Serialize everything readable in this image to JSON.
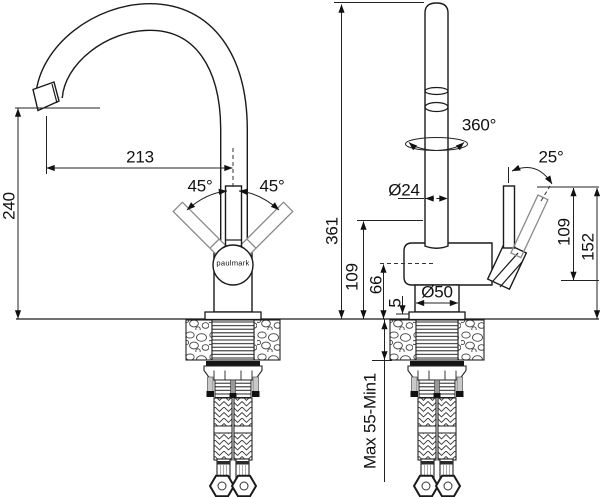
{
  "drawing_type": "faucet-installation-dimensional-diagram",
  "brand": {
    "logo": "paulmark"
  },
  "colors": {
    "background": "#ffffff",
    "object_line": "#1a1a1a",
    "dimension_line": "#222222",
    "ghost_line": "#8a8a8a"
  },
  "front_view": {
    "spout_reach": "213",
    "spout_height": "240",
    "handle_swing_left": "45°",
    "handle_swing_right": "45°"
  },
  "side_view": {
    "overall_height": "361",
    "spout_rotation": "360°",
    "spout_tube_diameter": "Ø24",
    "handle_tilt": "25°",
    "base_diameter": "Ø50",
    "outlet_height": "109",
    "body_axis_height": "66",
    "base_plate_height": "5",
    "handle_length": "109",
    "handle_top_height": "152",
    "mounting_thickness_range": "Max 55-Min1"
  }
}
